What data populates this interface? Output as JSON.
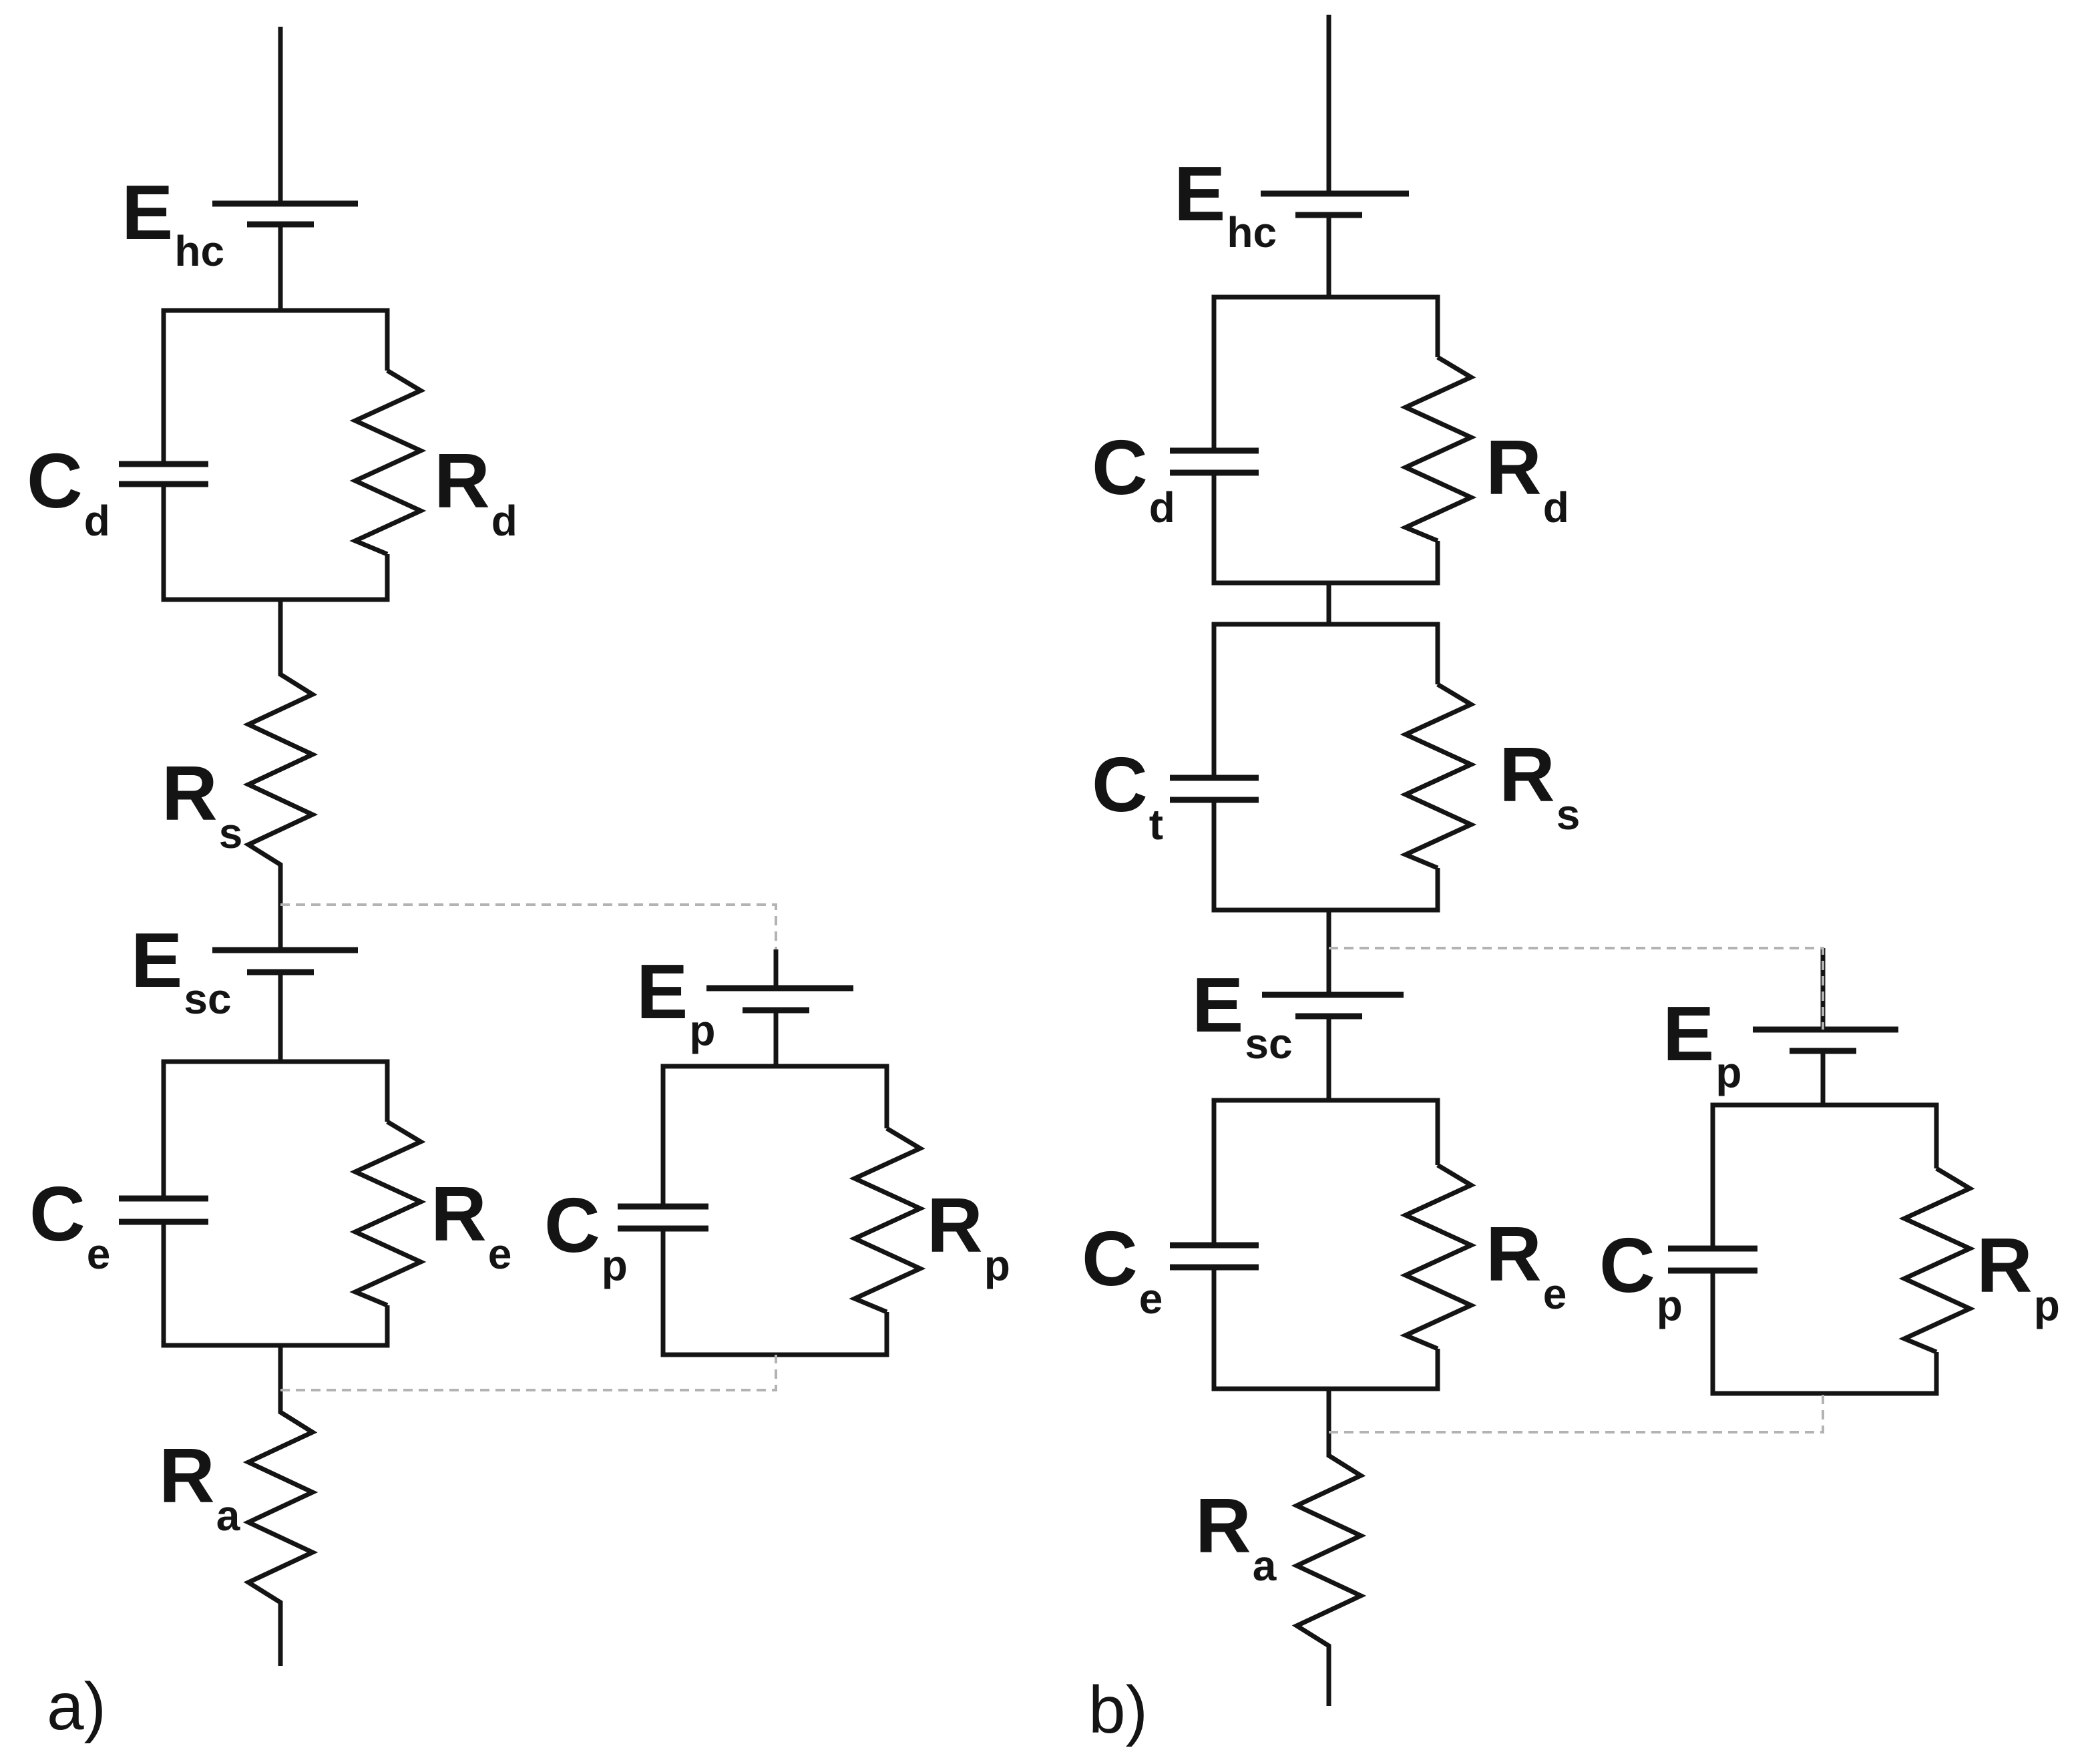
{
  "panels": [
    {
      "id": "a",
      "label": "a)",
      "components": {
        "E_hc": {
          "main": "E",
          "sub": "hc"
        },
        "C_d": {
          "main": "C",
          "sub": "d"
        },
        "R_d": {
          "main": "R",
          "sub": "d"
        },
        "R_s": {
          "main": "R",
          "sub": "s"
        },
        "E_sc": {
          "main": "E",
          "sub": "sc"
        },
        "C_e": {
          "main": "C",
          "sub": "e"
        },
        "R_e": {
          "main": "R",
          "sub": "e"
        },
        "E_p": {
          "main": "E",
          "sub": "p"
        },
        "C_p": {
          "main": "C",
          "sub": "p"
        },
        "R_p": {
          "main": "R",
          "sub": "p"
        },
        "R_a": {
          "main": "R",
          "sub": "a"
        }
      }
    },
    {
      "id": "b",
      "label": "b)",
      "components": {
        "E_hc": {
          "main": "E",
          "sub": "hc"
        },
        "C_d": {
          "main": "C",
          "sub": "d"
        },
        "R_d": {
          "main": "R",
          "sub": "d"
        },
        "C_t": {
          "main": "C",
          "sub": "t"
        },
        "R_s": {
          "main": "R",
          "sub": "s"
        },
        "E_sc": {
          "main": "E",
          "sub": "sc"
        },
        "C_e": {
          "main": "C",
          "sub": "e"
        },
        "R_e": {
          "main": "R",
          "sub": "e"
        },
        "E_p": {
          "main": "E",
          "sub": "p"
        },
        "C_p": {
          "main": "C",
          "sub": "p"
        },
        "R_p": {
          "main": "R",
          "sub": "p"
        },
        "R_a": {
          "main": "R",
          "sub": "a"
        }
      }
    }
  ]
}
